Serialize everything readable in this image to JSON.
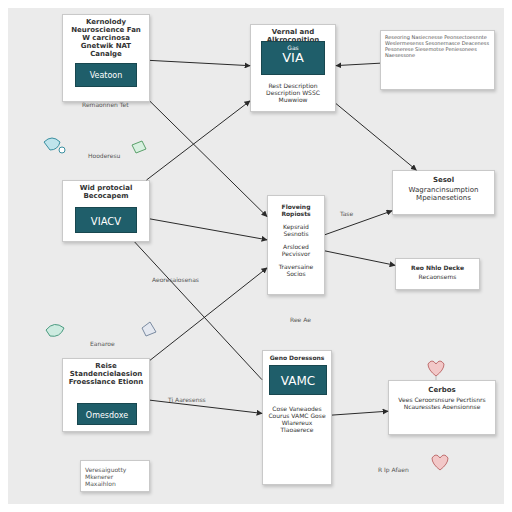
{
  "diagram": {
    "nodes": [
      {
        "text": [
          "Kernolody Neuroscience Fan W carcinosa Gnetwik NAT Canalge"
        ]
      },
      {
        "text": [
          "Veatoon"
        ],
        "in": 0
      },
      {
        "text": [
          "Vernal and Alkroconition",
          "Rest Description Description WSSC Muwwiow"
        ]
      },
      {
        "text": [
          "Gas",
          "VIA"
        ],
        "in": 2
      },
      {
        "text": [
          "Reseoring Nasiecnesse Peonsectoesnnte Weslermesenss Sesonernasce Deaceness Pesonerese Siesemotse Peniesonees Naesessone"
        ]
      },
      {
        "text": [
          "Wid protocial Becocapem"
        ]
      },
      {
        "text": [
          "VIACV"
        ],
        "in": 5
      },
      {
        "text": [
          "Floveing Ropiosts",
          "Kepsraid Sesnotis",
          "Arsloced Pecvisvor",
          "Traversaine Socios"
        ]
      },
      {
        "text": [
          "Sesol",
          "Wagrancinsumption Mpeianesetions"
        ]
      },
      {
        "text": [
          "Reo Nhlo Decke",
          "Recaonsems"
        ]
      },
      {
        "text": [
          "Reise Standencielaesion Froesslance Etionn"
        ]
      },
      {
        "text": [
          "Omesdoxe"
        ],
        "in": 10
      },
      {
        "text": [
          "Geno Doressons",
          "Cose Vaneaodes Courus VAMC Gose Wlarereux Tlaoaerece"
        ]
      },
      {
        "text": [
          "VAMC"
        ],
        "in": 12
      },
      {
        "text": [
          "Cerbos",
          "Vees Ceroorsnsure Pecrtisnrs Ncauresstes Aoensionnse"
        ]
      },
      {
        "text": [
          "Veresaiguotty Mkenerer Maxaihlon"
        ]
      }
    ],
    "edges": [
      {
        "from": 0,
        "to": 2,
        "arrow": "to"
      },
      {
        "from": 0,
        "to": 7,
        "arrow": "to"
      },
      {
        "from": 4,
        "to": 2,
        "arrow": "to"
      },
      {
        "from": 5,
        "to": 2,
        "arrow": "to"
      },
      {
        "from": 5,
        "to": 7,
        "arrow": "to"
      },
      {
        "from": 2,
        "to": 8,
        "arrow": "to"
      },
      {
        "from": 7,
        "to": 8,
        "arrow": "to"
      },
      {
        "from": 7,
        "to": 9,
        "arrow": "to"
      },
      {
        "from": 10,
        "to": 7,
        "arrow": "to"
      },
      {
        "from": 10,
        "to": 12,
        "arrow": "to"
      },
      {
        "from": 12,
        "to": 14,
        "arrow": "to"
      },
      {
        "from": 5,
        "to": 12,
        "arrow": "none"
      }
    ],
    "labels": [
      "Remaonnen Tet",
      "Hooderesu",
      "Aeoresaiosenas",
      "Eanaroe",
      "Ree Ae",
      "Tase",
      "R Ip Afaen",
      "Ti Aaresenss"
    ]
  }
}
